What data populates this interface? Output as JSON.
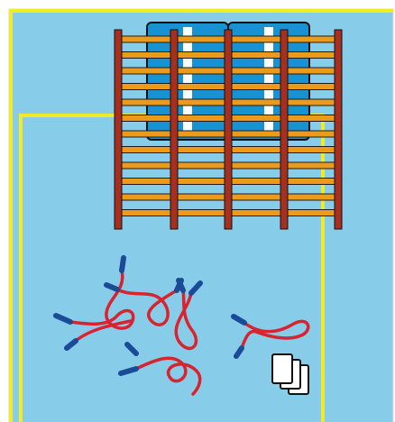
{
  "colors": {
    "page_background": "#ffffff",
    "floor": "#87cdea",
    "floor_border": "#d7dcde",
    "boundary_line": "#f2ea22",
    "container": "#1793d4",
    "container_outline": "#111111",
    "container_stripe": "#ffffff",
    "ladder_post": "#a6301f",
    "ladder_rung": "#ec9a1c",
    "cable": "#d9232e",
    "cable_plug": "#1b4a96",
    "stack_card": "#ffffff"
  },
  "icons": {
    "rack": "scaffold-rack-icon",
    "containers": "blue-container-icon",
    "cable": "patch-cable-icon",
    "copy": "stacked-pages-icon"
  },
  "scene": {
    "containers_count": 2,
    "ladder_posts_count": 5,
    "ladder_rungs_count": 12,
    "cables_count": 5
  }
}
